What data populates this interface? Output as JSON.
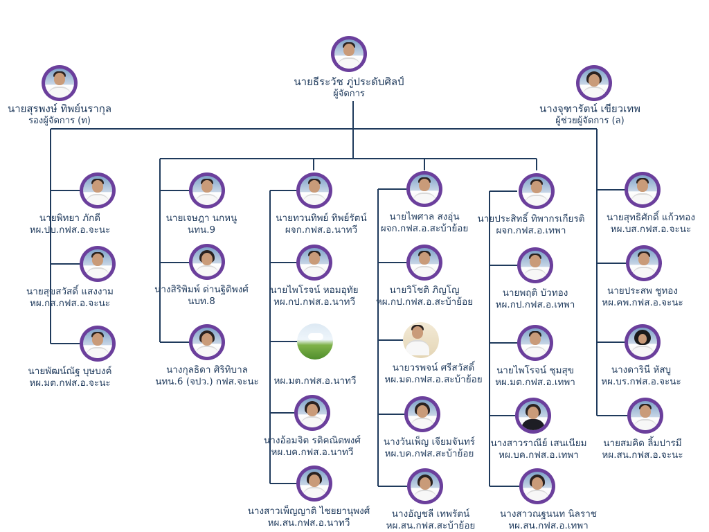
{
  "top": [
    {
      "id": "director",
      "name": "นายธีระวัช ภู่ประดับศิลป์",
      "position": "ผู้จัดการ",
      "avatar": "male-officer"
    },
    {
      "id": "deputy",
      "name": "นายสุรพงษ์ ทิพย์นรากุล",
      "position": "รองผู้จัดการ (ท)",
      "avatar": "male-officer"
    },
    {
      "id": "assistant",
      "name": "นางจุฑารัตน์ เขียวเทพ",
      "position": "ผู้ช่วยผู้จัดการ (ล)",
      "avatar": "female-officer"
    }
  ],
  "columns": [
    {
      "id": "col1",
      "members": [
        {
          "name": "นายพิทยา ภักดี",
          "position": "หผ.ปบ.กฟส.อ.จะนะ",
          "avatar": "male-officer"
        },
        {
          "name": "นายสุขสวัสดิ์ แสงงาม",
          "position": "หผ.กส.กฟส.อ.จะนะ",
          "avatar": "male-officer"
        },
        {
          "name": "นายพัฒน์ณัฐ บุษบงค์",
          "position": "หผ.มต.กฟส.อ.จะนะ",
          "avatar": "male-officer"
        }
      ]
    },
    {
      "id": "col2",
      "members": [
        {
          "name": "นายเจษฎา นกหนู",
          "position": "นทน.9",
          "avatar": "male-officer"
        },
        {
          "name": "นางสิริพิมพ์ ด่านฐิติพงศ์",
          "position": "นบท.8",
          "avatar": "female-officer"
        },
        {
          "name": "นางกุลธิดา ศิริทิบาล",
          "position": "นทน.6 (จปว.) กฟส.จะนะ",
          "avatar": "female-officer"
        }
      ]
    },
    {
      "id": "col3",
      "members": [
        {
          "name": "นายทวนทิพย์ ทิพย์รัตน์",
          "position": "ผจก.กฟส.อ.นาทวี",
          "avatar": "male-officer"
        },
        {
          "name": "นายไพโรจน์ หอมอุทัย",
          "position": "หผ.กป.กฟส.อ.นาทวี",
          "avatar": "male-officer"
        },
        {
          "name": "",
          "position": "หผ.มต.กฟส.อ.นาทวี",
          "avatar": "placeholder-landscape"
        },
        {
          "name": "นางอ้อมจิต รติคณิตพงศ์",
          "position": "หผ.บค.กฟส.อ.นาทวี",
          "avatar": "female-officer"
        },
        {
          "name": "นางสาวเพ็ญญาติ ไชยยานุพงศ์",
          "position": "หผ.สน.กฟส.อ.นาทวี",
          "avatar": "female-officer"
        }
      ]
    },
    {
      "id": "col4",
      "members": [
        {
          "name": "นายไพศาล สงอุ่น",
          "position": "ผจก.กฟส.อ.สะบ้าย้อย",
          "avatar": "male-officer"
        },
        {
          "name": "นายวิโชติ  ภิญโญ",
          "position": "หผ.กป.กฟส.อ.สะบ้าย้อย",
          "avatar": "male-officer"
        },
        {
          "name": "นายวรพจน์ ศรีสวัสดิ์",
          "position": "หผ.มต.กฟส.อ.สะบ้าย้อย",
          "avatar": "male-photo"
        },
        {
          "name": "นางวันเพ็ญ เจียมจันทร์",
          "position": "หผ.บค.กฟส.สะบ้าย้อย",
          "avatar": "female-officer"
        },
        {
          "name": "นางอัญชลี เทพรัตน์",
          "position": "หผ.สน.กฟส.สะบ้าย้อย",
          "avatar": "female-officer"
        }
      ]
    },
    {
      "id": "col5",
      "members": [
        {
          "name": "นายประสิทธิ์ ทิพากรเกียรติ",
          "position": "ผจก.กฟส.อ.เทพา",
          "avatar": "male-officer"
        },
        {
          "name": "นายพฤติ บัวทอง",
          "position": "หผ.กป.กฟส.อ.เทพา",
          "avatar": "male-officer"
        },
        {
          "name": "นายไพโรจน์ ชุมสุข",
          "position": "หผ.มต.กฟส.อ.เทพา",
          "avatar": "male-officer"
        },
        {
          "name": "นางสาวราณีย์ เสนเนียม",
          "position": "หผ.บค.กฟส.อ.เทพา",
          "avatar": "female-suit"
        },
        {
          "name": "นางสาวณฐนนท นิลราช",
          "position": "หผ.สน.กฟส.อ.เทพา",
          "avatar": "female-officer"
        }
      ]
    },
    {
      "id": "col6",
      "members": [
        {
          "name": "นายสุทธิศักดิ์ แก้วทอง",
          "position": "หผ.บส.กฟส.อ.จะนะ",
          "avatar": "male-officer"
        },
        {
          "name": "นายประสพ ชูทอง",
          "position": "หผ.คพ.กฟส.อ.จะนะ",
          "avatar": "male-officer"
        },
        {
          "name": "นางดารินี หัสบู",
          "position": "หผ.บร.กฟส.อ.จะนะ",
          "avatar": "female-hijab"
        },
        {
          "name": "นายสมคิด ลิ้มปารมี",
          "position": "หผ.สน.กฟส.อ.จะนะ",
          "avatar": "male-officer"
        }
      ]
    }
  ],
  "colors": {
    "line": "#1f3a5c",
    "ring": "#6b3f9c",
    "text": "#1f3a5c"
  }
}
